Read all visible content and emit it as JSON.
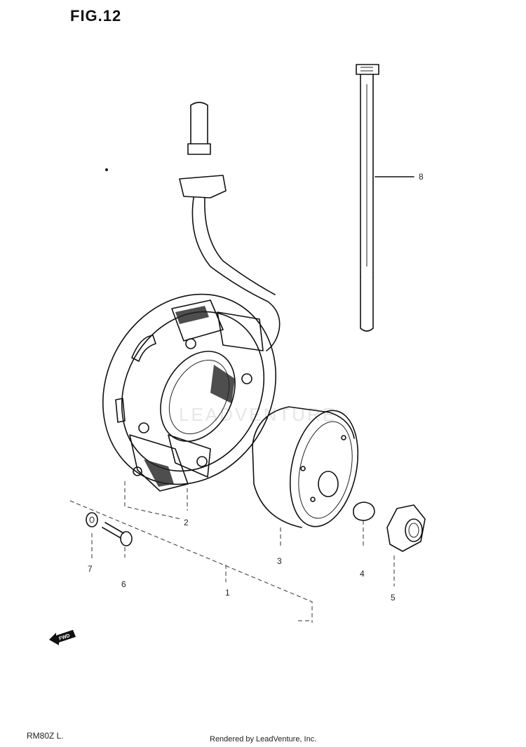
{
  "figure": {
    "title": "FIG.12"
  },
  "callouts": [
    {
      "id": "1",
      "label": "1"
    },
    {
      "id": "2",
      "label": "2"
    },
    {
      "id": "3",
      "label": "3"
    },
    {
      "id": "4",
      "label": "4"
    },
    {
      "id": "5",
      "label": "5"
    },
    {
      "id": "6",
      "label": "6"
    },
    {
      "id": "7",
      "label": "7"
    },
    {
      "id": "8",
      "label": "8"
    }
  ],
  "fwd_arrow": {
    "label": "FWD"
  },
  "footer": {
    "model_code": "RM80Z L.",
    "credit": "Rendered by LeadVenture, Inc."
  },
  "watermark": {
    "text": "LEADVENTURE"
  }
}
